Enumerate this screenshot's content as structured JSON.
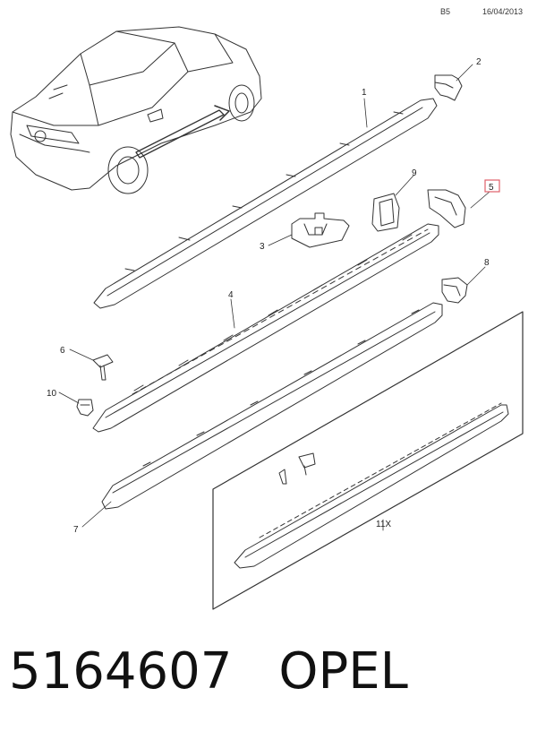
{
  "header": {
    "code": "B5",
    "date": "16/04/2013"
  },
  "callouts": {
    "c1": "1",
    "c2": "2",
    "c3": "3",
    "c4": "4",
    "c5": "5",
    "c6": "6",
    "c7": "7",
    "c8": "8",
    "c9": "9",
    "c10": "10",
    "c11": "11X"
  },
  "footer": {
    "part_number": "5164607",
    "brand": "OPEL"
  },
  "colors": {
    "line": "#333333",
    "highlight": "#e0606a"
  }
}
